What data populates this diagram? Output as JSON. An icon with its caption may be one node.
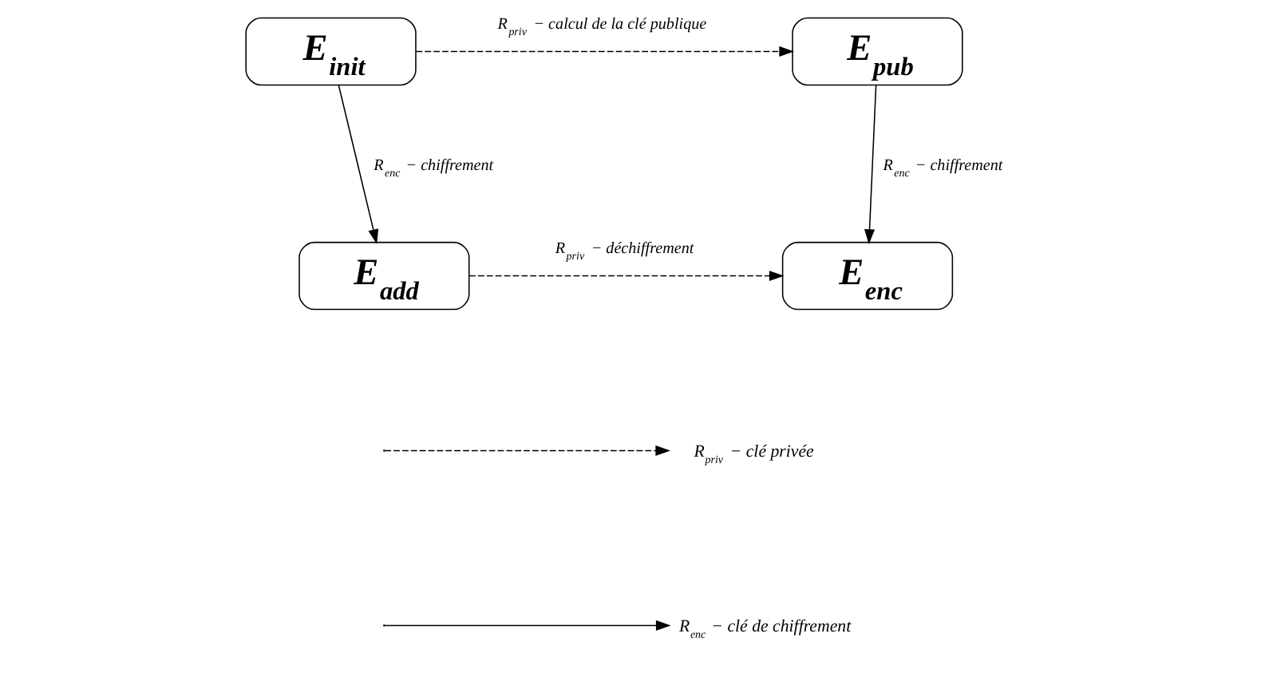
{
  "diagram": {
    "nodes": [
      {
        "text": [
          "E$_{init}$"
        ]
      },
      {
        "text": [
          "E$_{pub}$"
        ]
      },
      {
        "text": [
          "E$_{add}$"
        ]
      },
      {
        "text": [
          "E$_{enc}$"
        ]
      }
    ],
    "edges": [
      {
        "from": 0,
        "to": 1,
        "arrow": "to",
        "style": "dashed",
        "label": "R$_{priv}$ − calcul de la clé publique"
      },
      {
        "from": 0,
        "to": 2,
        "arrow": "to",
        "label": "R$_{enc}$ − chiffrement"
      },
      {
        "from": 1,
        "to": 3,
        "arrow": "to",
        "label": "R$_{enc}$ − chiffrement"
      },
      {
        "from": 2,
        "to": 3,
        "arrow": "to",
        "style": "dashed",
        "label": "R$_{priv}$ − déchiffrement"
      }
    ],
    "legend": [
      {
        "text": "R$_{priv}$ − clé privée"
      },
      {
        "text": "R$_{enc}$ − clé de chiffrement"
      }
    ]
  }
}
